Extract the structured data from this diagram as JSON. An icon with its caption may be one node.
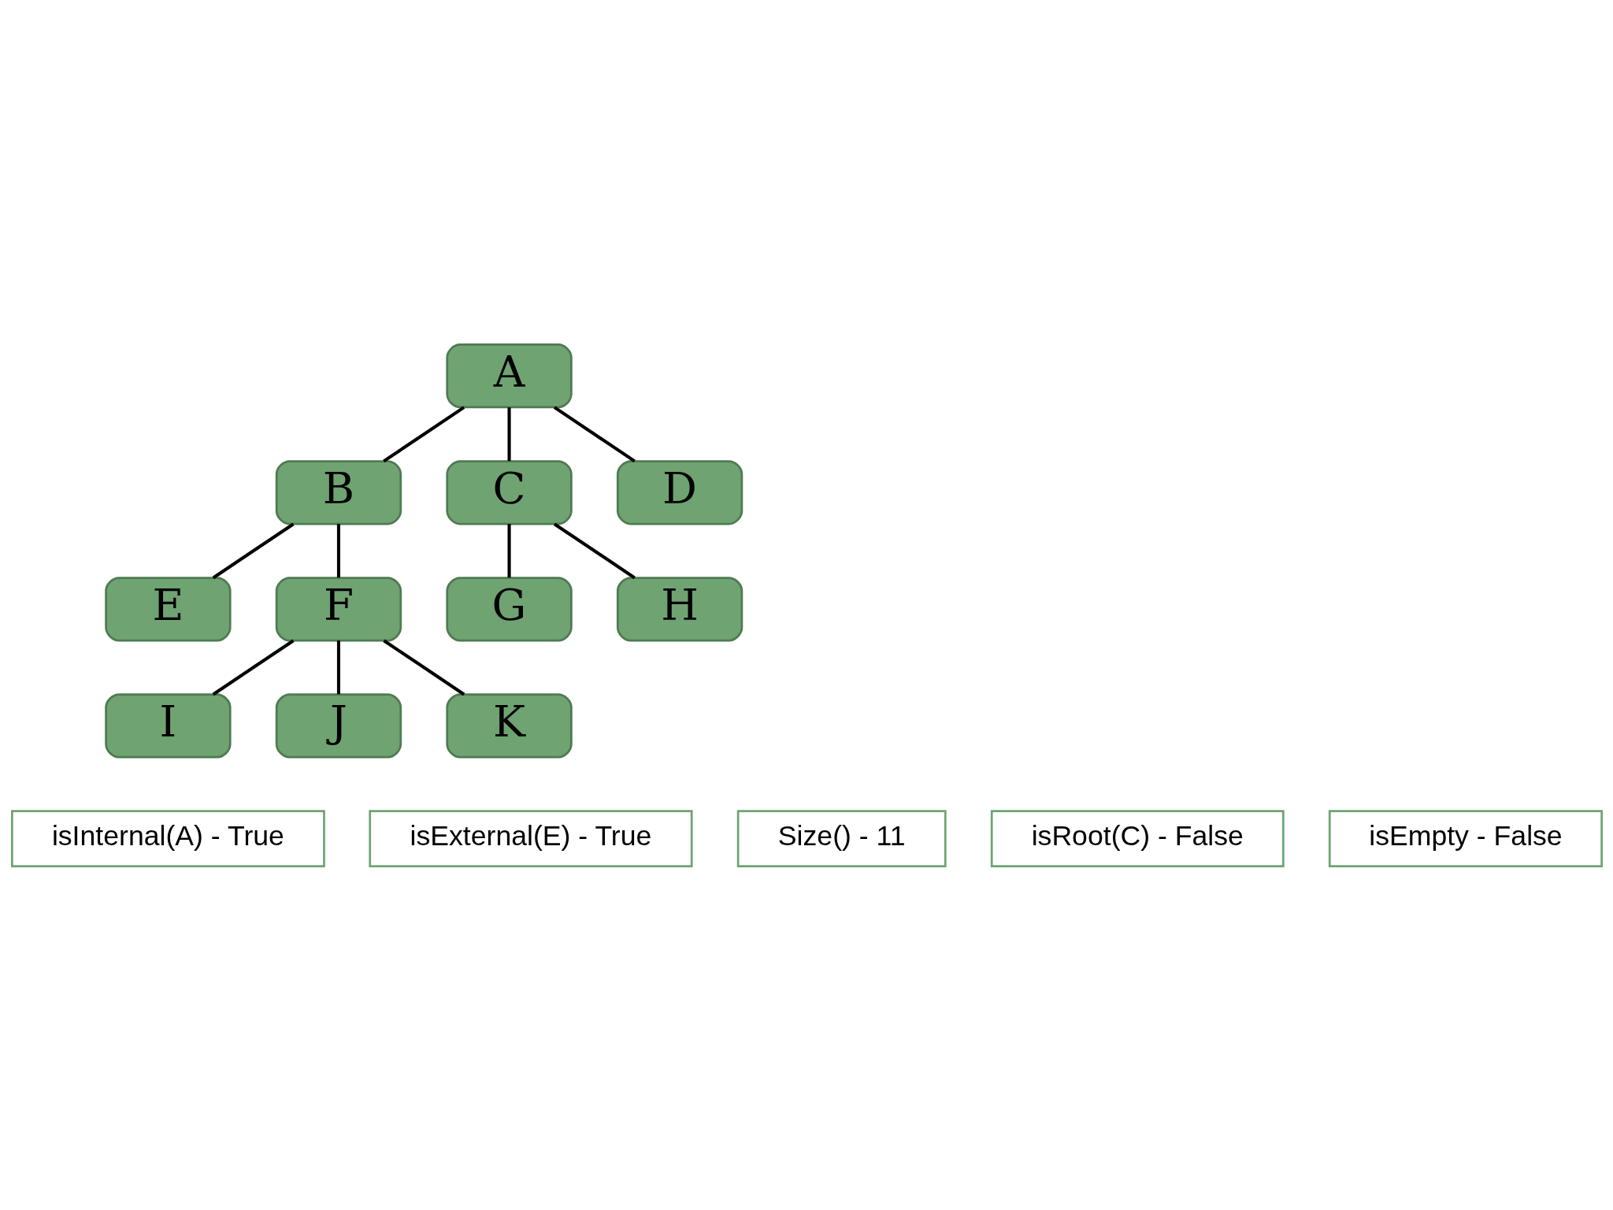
{
  "diagram": {
    "nodes": [
      {
        "text": [
          "A"
        ]
      },
      {
        "text": [
          "B"
        ]
      },
      {
        "text": [
          "C"
        ]
      },
      {
        "text": [
          "D"
        ]
      },
      {
        "text": [
          "E"
        ]
      },
      {
        "text": [
          "F"
        ]
      },
      {
        "text": [
          "G"
        ]
      },
      {
        "text": [
          "H"
        ]
      },
      {
        "text": [
          "I"
        ]
      },
      {
        "text": [
          "J"
        ]
      },
      {
        "text": [
          "K"
        ]
      },
      {
        "text": [
          "isInternal(A) - True"
        ]
      },
      {
        "text": [
          "isExternal(E) - True"
        ]
      },
      {
        "text": [
          "Size() - 11"
        ]
      },
      {
        "text": [
          "isRoot(C) - False"
        ]
      },
      {
        "text": [
          "isEmpty - False"
        ]
      }
    ],
    "edges": [
      {
        "from": 0,
        "to": 1,
        "arrow": "none"
      },
      {
        "from": 0,
        "to": 2,
        "arrow": "none"
      },
      {
        "from": 0,
        "to": 3,
        "arrow": "none"
      },
      {
        "from": 1,
        "to": 4,
        "arrow": "none"
      },
      {
        "from": 1,
        "to": 5,
        "arrow": "none"
      },
      {
        "from": 2,
        "to": 6,
        "arrow": "none"
      },
      {
        "from": 2,
        "to": 7,
        "arrow": "none"
      },
      {
        "from": 5,
        "to": 8,
        "arrow": "none"
      },
      {
        "from": 5,
        "to": 9,
        "arrow": "none"
      },
      {
        "from": 5,
        "to": 10,
        "arrow": "none"
      }
    ]
  }
}
